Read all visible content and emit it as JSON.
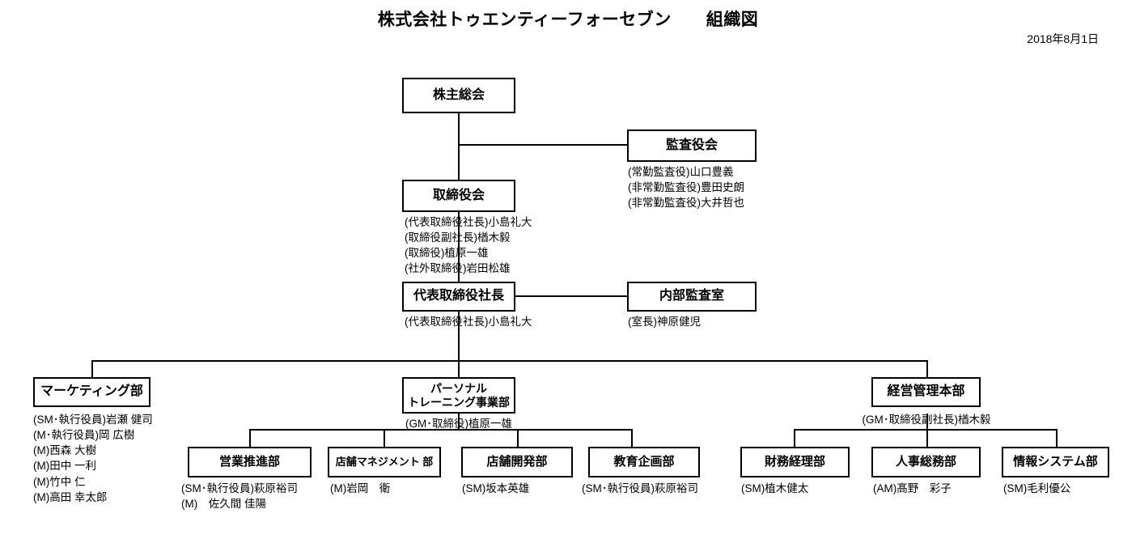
{
  "document": {
    "title": "株式会社トゥエンティーフォーセブン　　組織図",
    "date": "2018年8月1日",
    "type": "organization-chart",
    "line_color": "#000000",
    "background_color": "#ffffff"
  },
  "nodes": {
    "shareholders_meeting": {
      "label": "株主総会",
      "members": ""
    },
    "audit_board": {
      "label": "監査役会",
      "members": "(常勤監査役)山口豊義\n(非常勤監査役)豊田史朗\n(非常勤監査役)大井哲也"
    },
    "board_of_directors": {
      "label": "取締役会",
      "members": "(代表取締役社長)小島礼大\n(取締役副社長)楢木毅\n(取締役)植原一雄\n(社外取締役)岩田松雄"
    },
    "president": {
      "label": "代表取締役社長",
      "members": "(代表取締役社長)小島礼大"
    },
    "internal_audit": {
      "label": "内部監査室",
      "members": "(室長)神原健児"
    },
    "marketing": {
      "label": "マーケティング部",
      "members": "(SM･執行役員)岩瀬 健司\n(M･執行役員)岡 広樹\n(M)西森 大樹\n(M)田中 一利\n(M)竹中 仁\n(M)高田 幸太郎"
    },
    "personal_training": {
      "label": "パーソナル\nトレーニング事業部",
      "members": "(GM･取締役)植原一雄"
    },
    "management_hq": {
      "label": "経営管理本部",
      "members": "(GM･取締役副社長)楢木毅"
    },
    "sales_promotion": {
      "label": "営業推進部",
      "members": "(SM･執行役員)萩原裕司\n(M)　佐久間 佳陽"
    },
    "store_management": {
      "label": "店舗マネジメント 部",
      "members": "(M)岩岡　衛"
    },
    "store_development": {
      "label": "店舗開発部",
      "members": "(SM)坂本英雄"
    },
    "education_planning": {
      "label": "教育企画部",
      "members": "(SM･執行役員)萩原裕司"
    },
    "finance_accounting": {
      "label": "財務経理部",
      "members": "(SM)植木健太"
    },
    "hr_general_affairs": {
      "label": "人事総務部",
      "members": "(AM)髙野　彩子"
    },
    "information_systems": {
      "label": "情報システム部",
      "members": "(SM)毛利優公"
    }
  }
}
